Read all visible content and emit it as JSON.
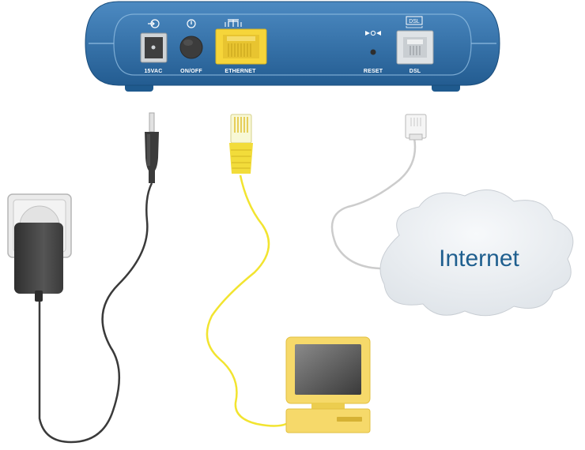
{
  "router": {
    "ports": {
      "power": "15VAC",
      "onoff": "ON/OFF",
      "ethernet": "ETHERNET",
      "reset": "RESET",
      "dsl": "DSL"
    },
    "dsl_icon_text": "DSL",
    "colors": {
      "body": "#2c6ca3",
      "highlight": "#4d8ec4",
      "ethernet": "#f6d53a"
    }
  },
  "cloud": {
    "label": "Internet"
  },
  "colors": {
    "ethernet_cable": "#f2e430",
    "power_cable": "#3a3a3a",
    "dsl_cable": "#c8c8c8"
  }
}
